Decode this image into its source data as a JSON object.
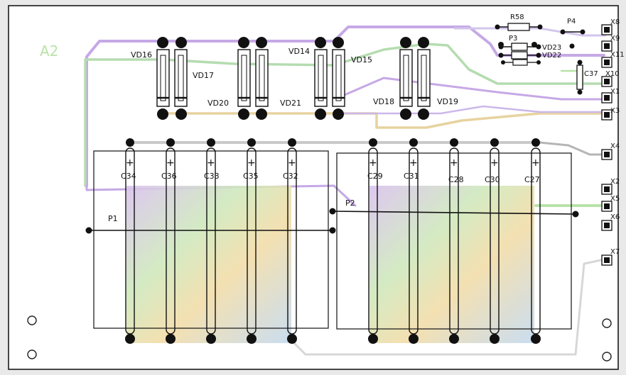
{
  "board": {
    "label": "A2",
    "colors": {
      "paper": "#ffffff",
      "outline": "#111111",
      "pad": "#111111",
      "trace_a": "#c6a8e6",
      "trace_b": "#a8e0b4",
      "trace_c": "#f0d9a0",
      "board_label": "#b8e3a8"
    }
  },
  "resistors": [
    "R58"
  ],
  "jumpers": [
    "P3",
    "P4"
  ],
  "diodes": [
    "VD16",
    "VD17",
    "VD20",
    "VD21",
    "VD14",
    "VD15",
    "VD18",
    "VD19",
    "VD23",
    "VD22"
  ],
  "capacitor_C37": "C37",
  "capacitors": [
    "C34",
    "C36",
    "C33",
    "C35",
    "C32",
    "C29",
    "C31",
    "C28",
    "C30",
    "C27"
  ],
  "polarity_mark": "+",
  "plates": [
    "P1",
    "P2"
  ],
  "connectors": [
    "X8",
    "X9",
    "X11",
    "X10",
    "X1",
    "X3",
    "X4",
    "X2",
    "X5",
    "X6",
    "X7"
  ]
}
